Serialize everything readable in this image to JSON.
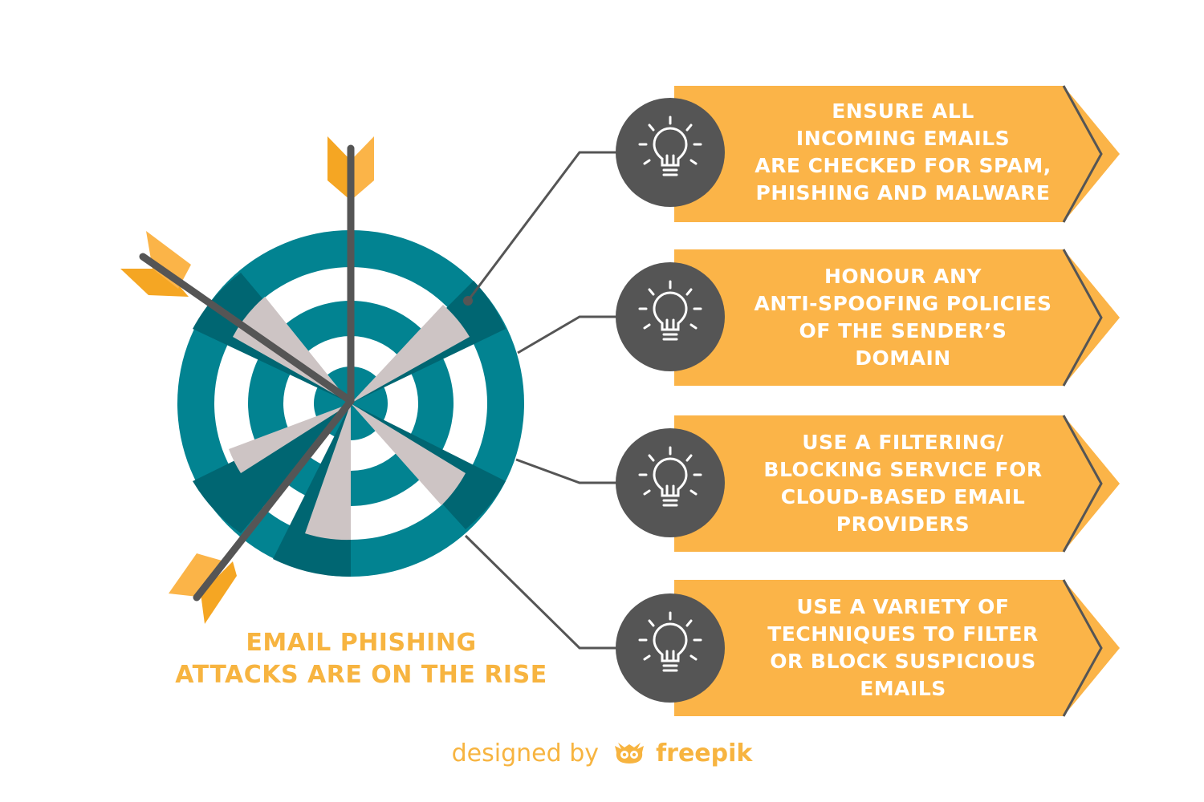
{
  "headline": "EMAIL PHISHING\nATTACKS ARE ON THE RISE",
  "tips": [
    {
      "text": "ENSURE ALL\nINCOMING EMAILS\nARE CHECKED FOR SPAM,\nPHISHING AND MALWARE",
      "icon": "lightbulb-icon"
    },
    {
      "text": "HONOUR ANY\nANTI-SPOOFING POLICIES\nOF THE SENDER’S\nDOMAIN",
      "icon": "lightbulb-icon"
    },
    {
      "text": "USE A FILTERING/\nBLOCKING SERVICE FOR\nCLOUD-BASED EMAIL\nPROVIDERS",
      "icon": "lightbulb-icon"
    },
    {
      "text": "USE A VARIETY OF\nTECHNIQUES TO FILTER\nOR BLOCK SUSPICIOUS\nEMAILS",
      "icon": "lightbulb-icon"
    }
  ],
  "credit": {
    "prefix": "designed by",
    "brand": "freepik",
    "icon": "freepik-owl-icon"
  },
  "colors": {
    "orange": "#fbb448",
    "orange_dark": "#f5a623",
    "teal": "#028391",
    "teal_dark": "#006672",
    "grey_light": "#cdc4c4",
    "charcoal": "#555555",
    "text_orange": "#f7b440"
  }
}
